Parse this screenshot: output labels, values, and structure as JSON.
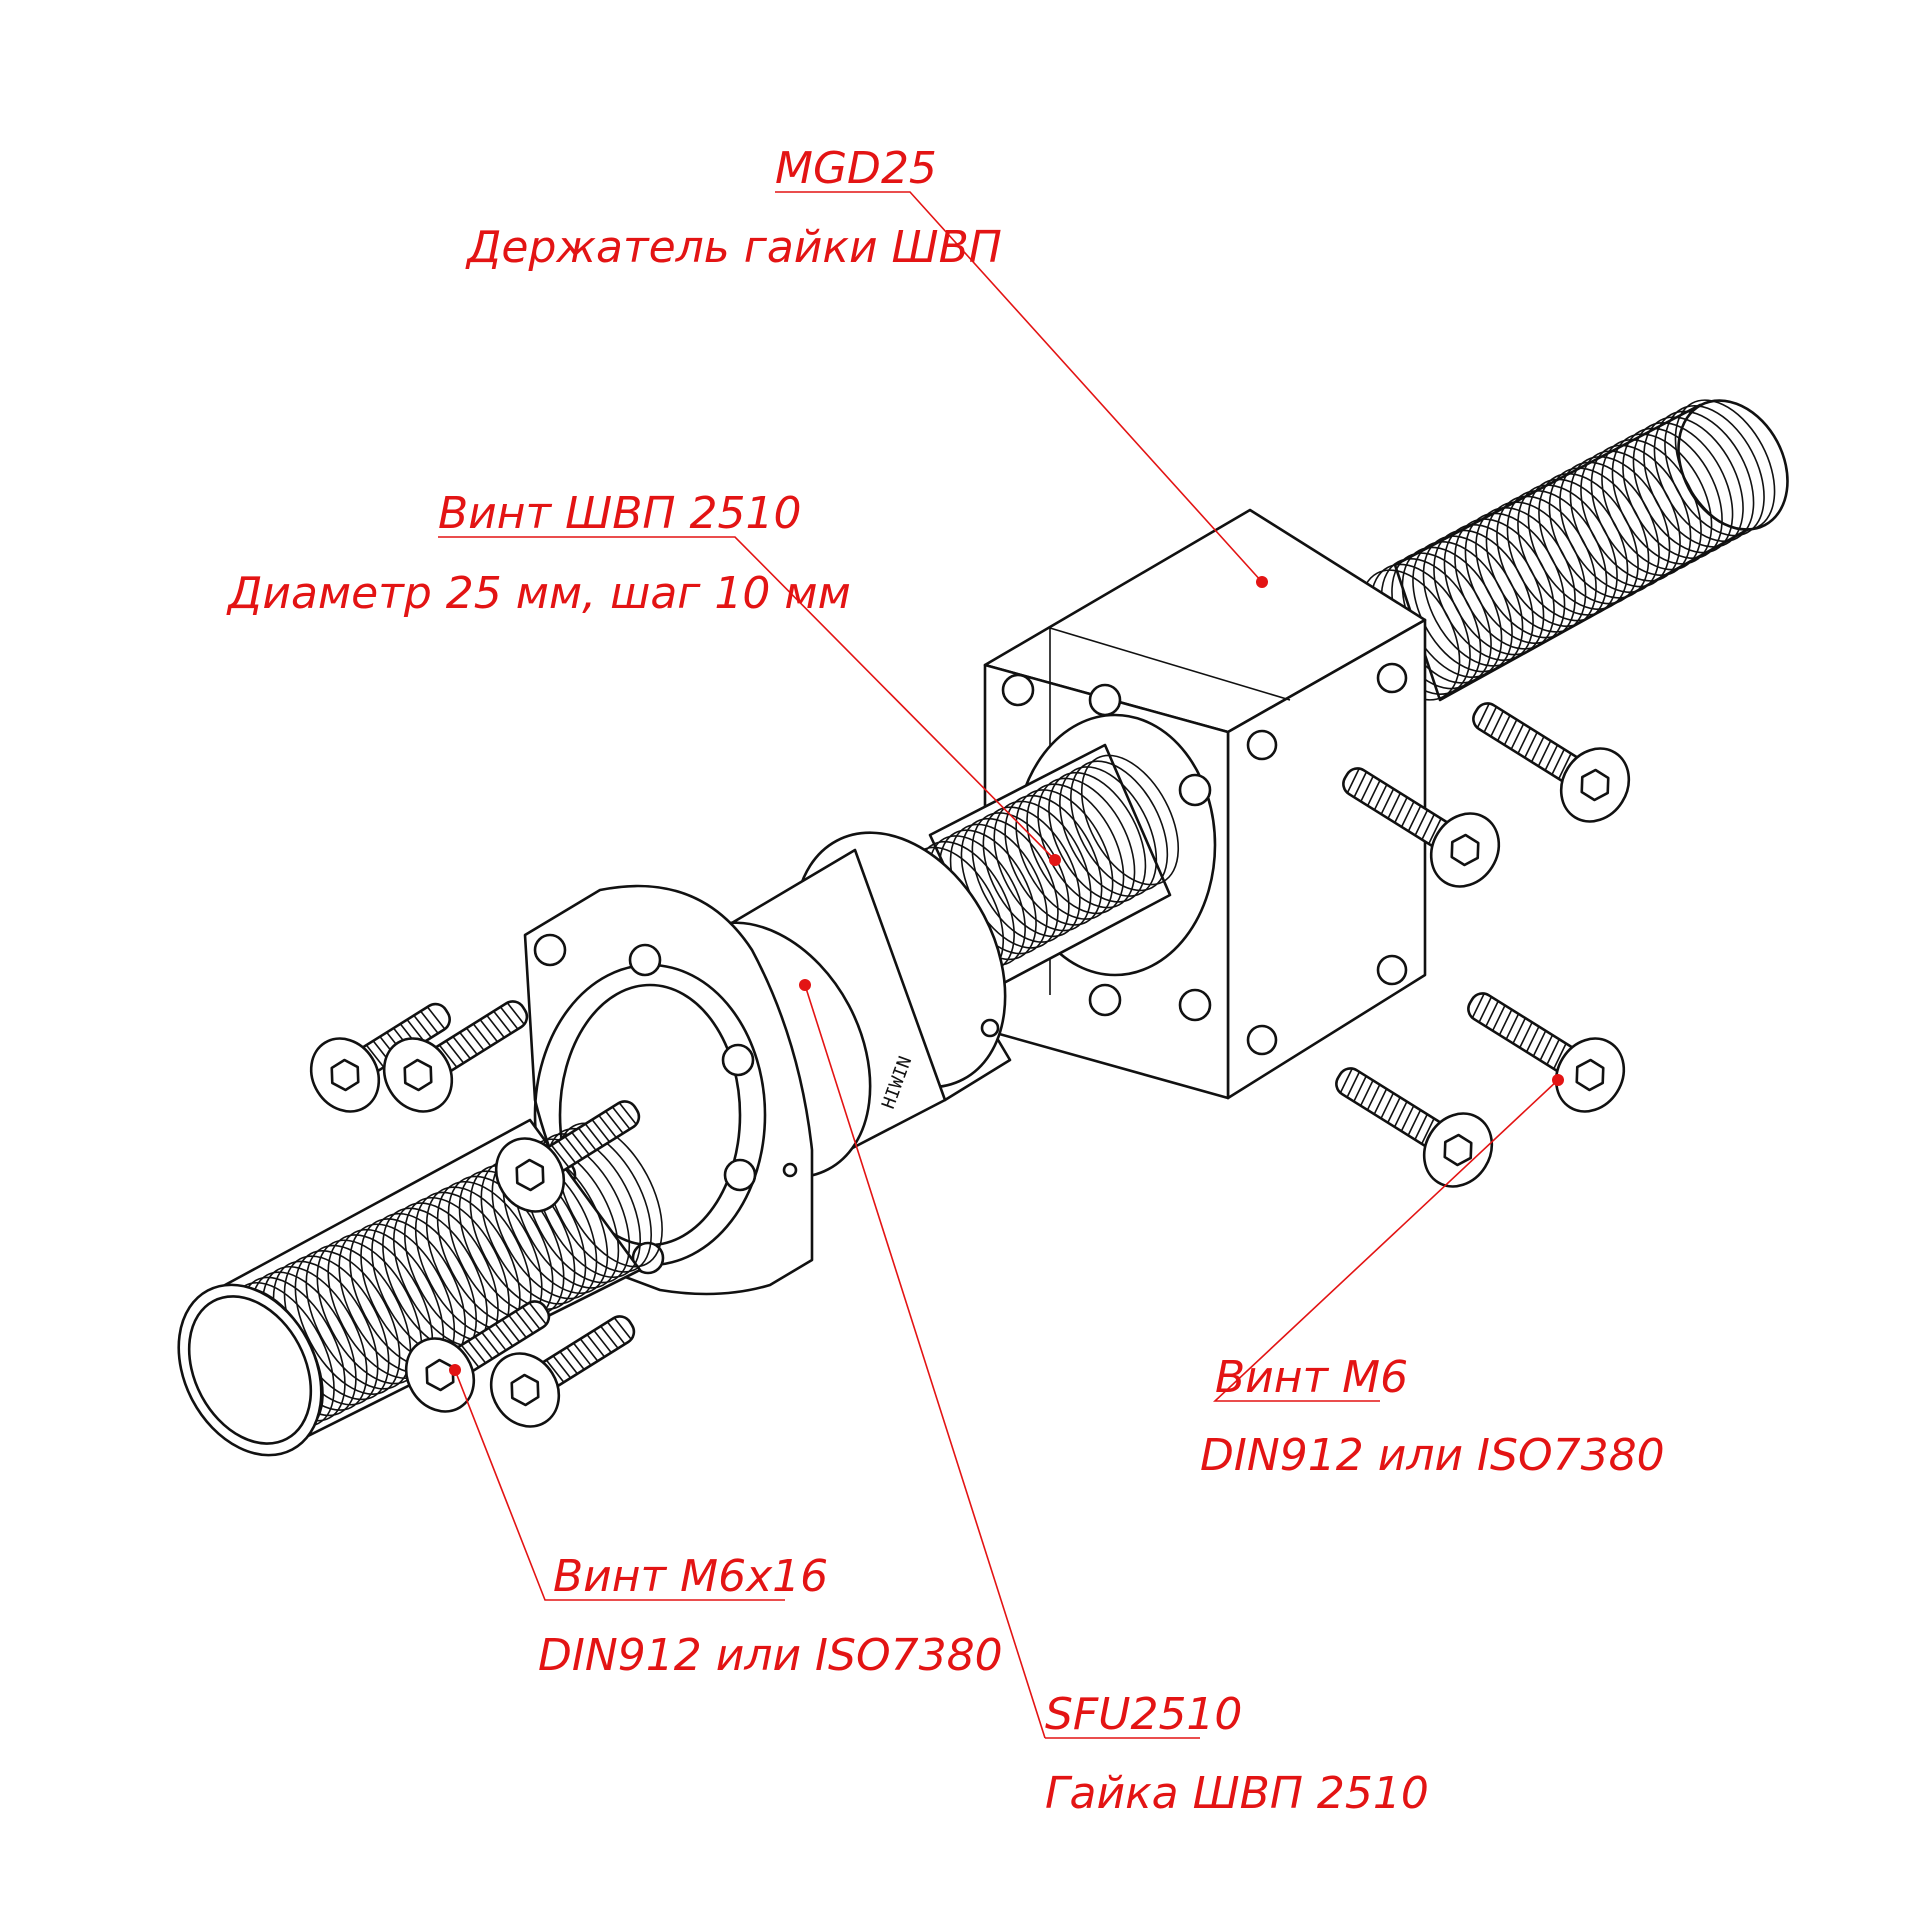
{
  "colors": {
    "annotation": "#e31414",
    "line": "#111111",
    "background": "#ffffff"
  },
  "callouts": {
    "holder": {
      "code": "MGD25",
      "desc": "Держатель гайки ШВП"
    },
    "screw": {
      "code": "Винт ШВП 2510",
      "desc": "Диаметр 25 мм, шаг 10 мм"
    },
    "bolt_right": {
      "code": "Винт М6",
      "desc": "DIN912 или ISO7380"
    },
    "bolt_left": {
      "code": "Винт М6х16",
      "desc": "DIN912 или ISO7380"
    },
    "nut": {
      "code": "SFU2510",
      "desc": "Гайка ШВП 2510"
    }
  }
}
